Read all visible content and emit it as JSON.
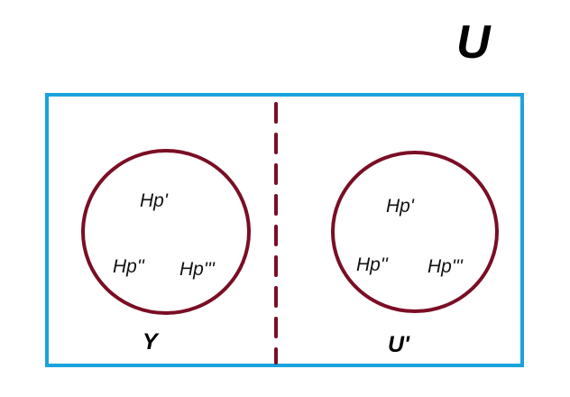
{
  "universe_label": "U",
  "left_set": {
    "label": "Y",
    "elements": [
      "Hp'",
      "Hp''",
      "Hp'''"
    ]
  },
  "right_set": {
    "label": "U'",
    "elements": [
      "Hp'",
      "Hp''",
      "Hp'''"
    ]
  },
  "colors": {
    "universe_border": "#1aa3dc",
    "set_circle": "#7a0e25",
    "divider": "#7a0e25",
    "text": "#111111"
  }
}
